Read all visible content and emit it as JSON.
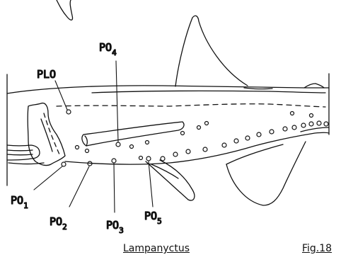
{
  "figure": {
    "genus": "Lampanyctus",
    "fig_number": "Fig.18"
  },
  "labels": {
    "plo": "PLO",
    "po4": {
      "main": "PO",
      "sub": "4"
    },
    "po1": {
      "main": "PO",
      "sub": "1"
    },
    "po2": {
      "main": "PO",
      "sub": "2"
    },
    "po3": {
      "main": "PO",
      "sub": "3"
    },
    "po5": {
      "main": "PO",
      "sub": "5"
    }
  }
}
